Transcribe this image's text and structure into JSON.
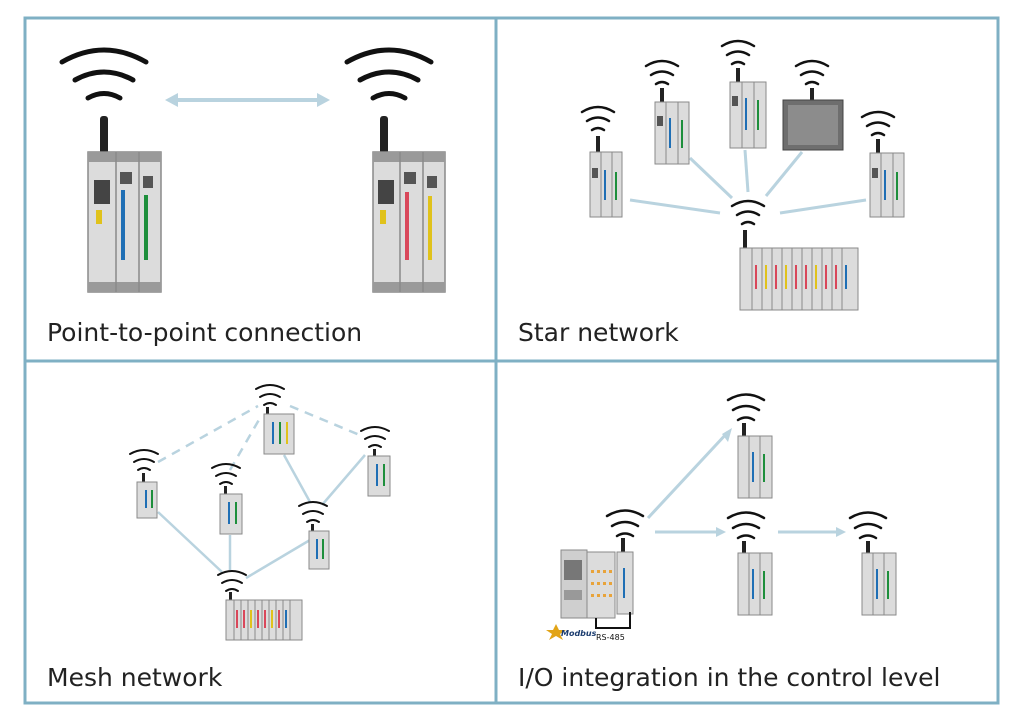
{
  "colors": {
    "frame": "#7fb0c4",
    "link": "#b9d3df",
    "module_body": "#dcdcdc",
    "module_dark": "#5a5a5a",
    "accent_blue": "#1f6fb5",
    "accent_green": "#1e8f3c",
    "accent_red": "#d9475a",
    "accent_yellow": "#e0c21b",
    "panel_screen": "#8c8c8c"
  },
  "panels": [
    {
      "id": "p2p",
      "caption": "Point-to-point connection"
    },
    {
      "id": "star",
      "caption": "Star network"
    },
    {
      "id": "mesh",
      "caption": "Mesh network"
    },
    {
      "id": "io",
      "caption": "I/O integration in the control level"
    }
  ],
  "io_labels": {
    "bus_label": "RS-485",
    "logo_text": "Modbus"
  }
}
